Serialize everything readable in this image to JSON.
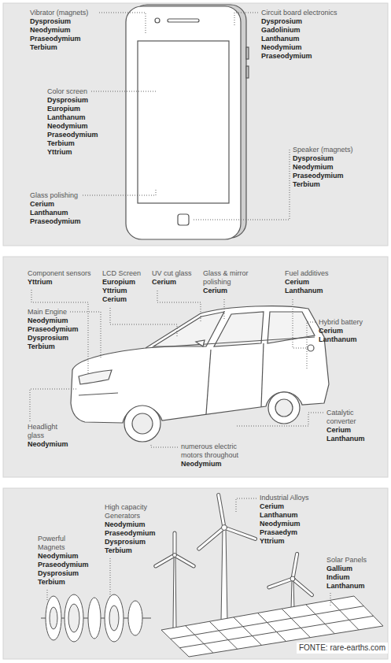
{
  "diagram": {
    "labels": [
      "Vibrator (magnets)",
      "Dysprosium",
      "Neodymium",
      "Praseodymium",
      "Terbium",
      "Color screen",
      "Dysprosium",
      "Europium",
      "Lanthanum",
      "Neodymium",
      "Praseodymium",
      "Terbium",
      "Yttrium",
      "Glass polishing",
      "Cerium",
      "Lanthanum",
      "Praseodymium",
      "Circuit board electronics",
      "Dysprosium",
      "Gadolinium",
      "Lanthanum",
      "Neodymium",
      "Praseodymium",
      "Speaker (magnets)",
      "Dysprosium",
      "Neodymium",
      "Praseodymium",
      "Terbium",
      "Component sensors",
      "Yttrium",
      "LCD Screen",
      "Europium",
      "Yttrium",
      "Cerium",
      "UV cut glass",
      "Cerium",
      "Glass & mirror polishing",
      "Cerium",
      "Fuel additives",
      "Cerium",
      "Lanthanum",
      "Main Engine",
      "Neodymium",
      "Praseodymium",
      "Dysprosium",
      "Terbium",
      "Hybrid battery",
      "Cerium",
      "Lanthanum",
      "Headlight glass",
      "Neodymium",
      "Catalytic converter",
      "Cerium",
      "Lanthanum",
      "numerous electric motors throughout",
      "Neodymium",
      "Powerful Magnets",
      "Neodymium",
      "Praseodymium",
      "Dysprosium",
      "Terbium",
      "High capacity Generators",
      "Neodymium",
      "Praseodymium",
      "Dysprosium",
      "Terbium",
      "Industrial Alloys",
      "Cerium",
      "Lanthanum",
      "Neodymium",
      "Prasaedym",
      "Yttrium",
      "Solar Panels",
      "Gallium",
      "Indium",
      "Lanthanum",
      "FONTE: rare-earths.com"
    ]
  }
}
